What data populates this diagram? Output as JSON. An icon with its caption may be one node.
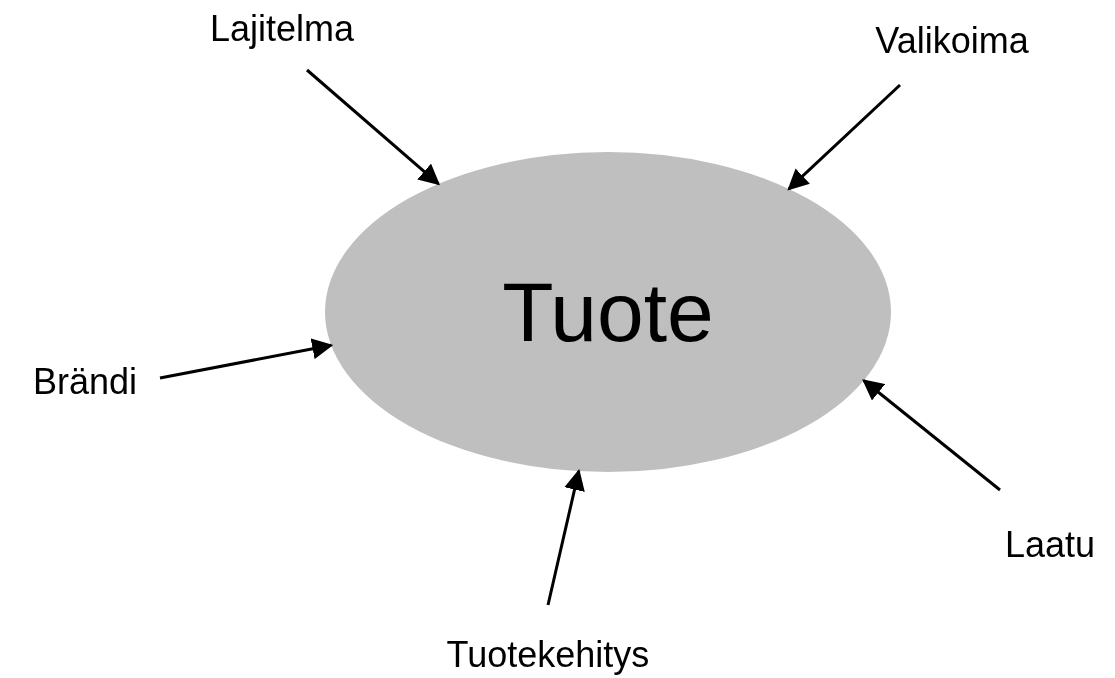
{
  "diagram": {
    "nodes": [
      {
        "text": [
          "Tuote"
        ]
      },
      {
        "text": [
          "Lajitelma"
        ]
      },
      {
        "text": [
          "Valikoima"
        ]
      },
      {
        "text": [
          "Brändi"
        ]
      },
      {
        "text": [
          "Laatu"
        ]
      },
      {
        "text": [
          "Tuotekehitys"
        ]
      }
    ],
    "edges": [
      {
        "from": 1,
        "to": 0,
        "arrow": "to"
      },
      {
        "from": 2,
        "to": 0,
        "arrow": "to"
      },
      {
        "from": 3,
        "to": 0,
        "arrow": "to"
      },
      {
        "from": 4,
        "to": 0,
        "arrow": "to"
      },
      {
        "from": 5,
        "to": 0,
        "arrow": "to"
      }
    ]
  }
}
